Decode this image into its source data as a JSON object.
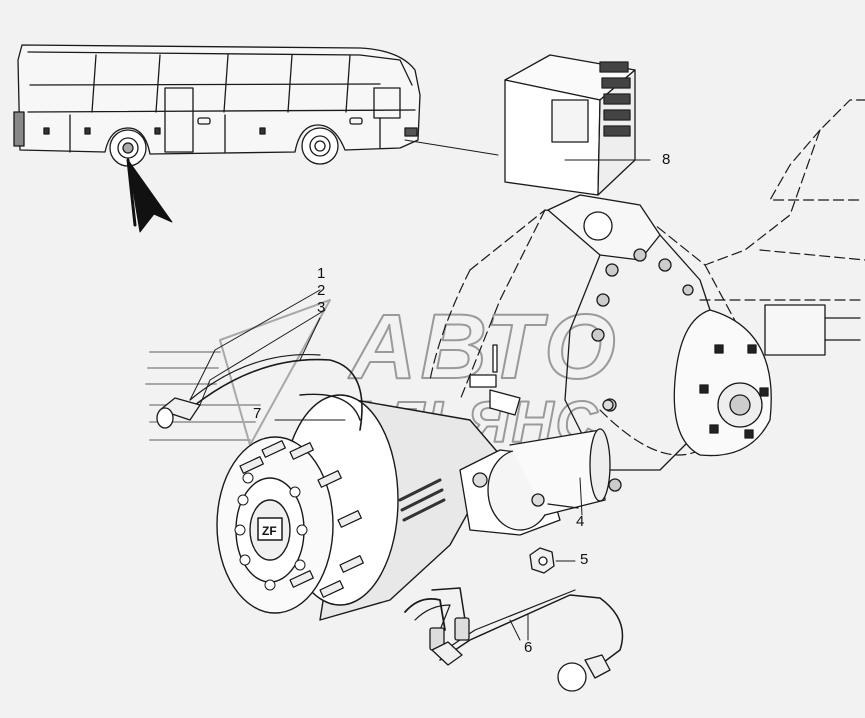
{
  "diagram": {
    "callouts": [
      {
        "id": "1",
        "text": "1"
      },
      {
        "id": "2",
        "text": "2"
      },
      {
        "id": "3",
        "text": "3"
      },
      {
        "id": "4",
        "text": "4"
      },
      {
        "id": "5",
        "text": "5"
      },
      {
        "id": "6",
        "text": "6"
      },
      {
        "id": "7",
        "text": "7"
      },
      {
        "id": "8",
        "text": "8"
      }
    ],
    "watermark": {
      "line1": "АВТО",
      "line2": "АЛЬЯНС"
    },
    "hub_logo": "ZF"
  },
  "colors": {
    "background": "#f2f2f2",
    "line": "#1a1a1a",
    "watermark": "#9a9a9a"
  }
}
